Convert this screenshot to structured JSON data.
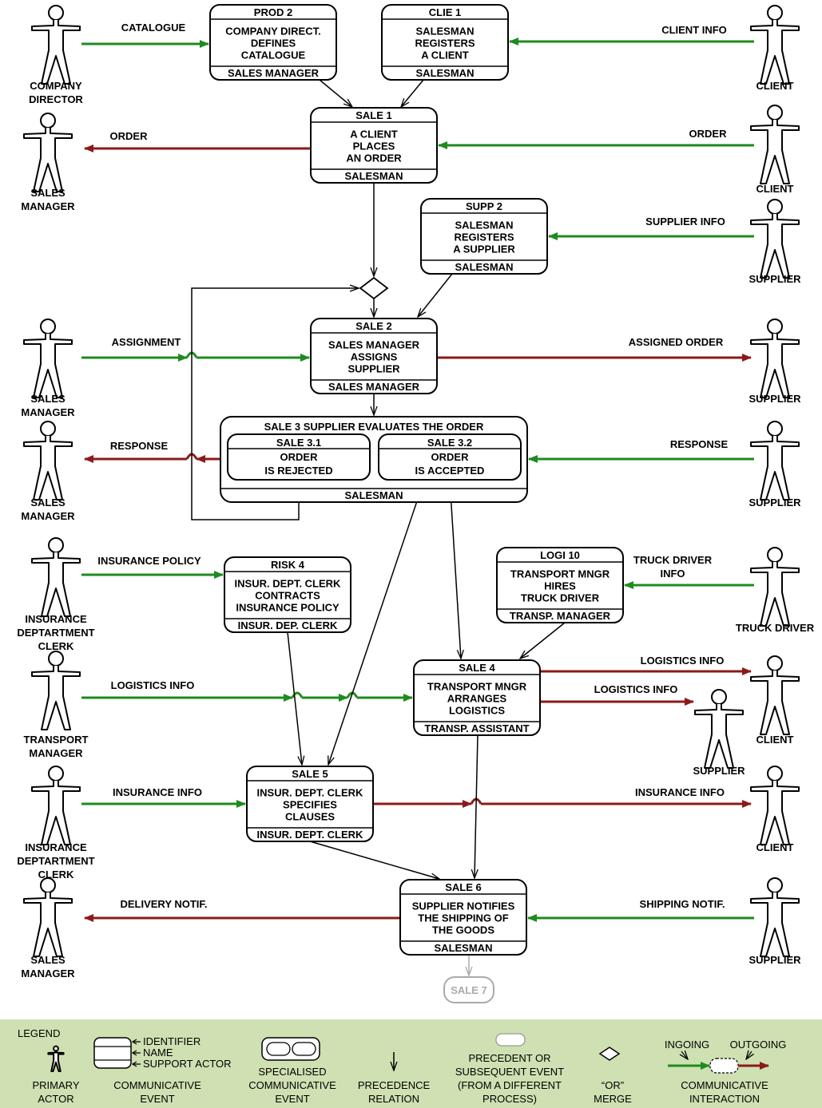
{
  "colors": {
    "ingoing": "#1e8b1e",
    "outgoing": "#8b1a1a",
    "legend_bg": "#cfe0b2",
    "inactive": "#aaaaaa"
  },
  "events": {
    "prod2": {
      "id": "PROD 2",
      "name": [
        "COMPANY DIRECT.",
        "DEFINES",
        "CATALOGUE"
      ],
      "actor": "SALES MANAGER"
    },
    "clie1": {
      "id": "CLIE 1",
      "name": [
        "SALESMAN",
        "REGISTERS",
        "A CLIENT"
      ],
      "actor": "SALESMAN"
    },
    "sale1": {
      "id": "SALE 1",
      "name": [
        "A CLIENT",
        "PLACES",
        "AN ORDER"
      ],
      "actor": "SALESMAN"
    },
    "supp2": {
      "id": "SUPP 2",
      "name": [
        "SALESMAN",
        "REGISTERS",
        "A SUPPLIER"
      ],
      "actor": "SALESMAN"
    },
    "sale2": {
      "id": "SALE 2",
      "name": [
        "SALES MANAGER",
        "ASSIGNS",
        "SUPPLIER"
      ],
      "actor": "SALES MANAGER"
    },
    "sale3": {
      "title": "SALE 3   SUPPLIER EVALUATES THE ORDER",
      "actor": "SALESMAN",
      "sub1": {
        "id": "SALE 3.1",
        "name": [
          "ORDER",
          "IS REJECTED"
        ]
      },
      "sub2": {
        "id": "SALE 3.2",
        "name": [
          "ORDER",
          "IS ACCEPTED"
        ]
      }
    },
    "risk4": {
      "id": "RISK 4",
      "name": [
        "INSUR. DEPT. CLERK",
        "CONTRACTS",
        "INSURANCE POLICY"
      ],
      "actor": "INSUR. DEP. CLERK"
    },
    "logi10": {
      "id": "LOGI 10",
      "name": [
        "TRANSPORT MNGR",
        "HIRES",
        "TRUCK DRIVER"
      ],
      "actor": "TRANSP. MANAGER"
    },
    "sale4": {
      "id": "SALE 4",
      "name": [
        "TRANSPORT MNGR",
        "ARRANGES",
        "LOGISTICS"
      ],
      "actor": "TRANSP. ASSISTANT"
    },
    "sale5": {
      "id": "SALE 5",
      "name": [
        "INSUR. DEPT. CLERK",
        "SPECIFIES",
        "CLAUSES"
      ],
      "actor": "INSUR. DEPT. CLERK"
    },
    "sale6": {
      "id": "SALE 6",
      "name": [
        "SUPPLIER NOTIFIES",
        "THE SHIPPING OF",
        "THE GOODS"
      ],
      "actor": "SALESMAN"
    },
    "sale7": {
      "label": "SALE 7"
    }
  },
  "actors": {
    "company_director": [
      "COMPANY",
      "DIRECTOR"
    ],
    "client_top": [
      "CLIENT"
    ],
    "sales_manager_1": [
      "SALES",
      "MANAGER"
    ],
    "client_order": [
      "CLIENT"
    ],
    "supplier_info": [
      "SUPPLIER"
    ],
    "sales_manager_2": [
      "SALES",
      "MANAGER"
    ],
    "supplier_assigned": [
      "SUPPLIER"
    ],
    "sales_manager_3": [
      "SALES",
      "MANAGER"
    ],
    "supplier_response": [
      "SUPPLIER"
    ],
    "insurance_clerk_1": [
      "INSURANCE",
      "DEPTARTMENT",
      "CLERK"
    ],
    "truck_driver": [
      "TRUCK DRIVER"
    ],
    "transport_manager": [
      "TRANSPORT",
      "MANAGER"
    ],
    "client_logistics": [
      "CLIENT"
    ],
    "supplier_logistics": [
      "SUPPLIER"
    ],
    "insurance_clerk_2": [
      "INSURANCE",
      "DEPTARTMENT",
      "CLERK"
    ],
    "client_insurance": [
      "CLIENT"
    ],
    "sales_manager_4": [
      "SALES",
      "MANAGER"
    ],
    "supplier_shipping": [
      "SUPPLIER"
    ]
  },
  "flows": {
    "catalogue": "CATALOGUE",
    "client_info": "CLIENT INFO",
    "order_out": "ORDER",
    "order_in": "ORDER",
    "supplier_info": "SUPPLIER INFO",
    "assignment": "ASSIGNMENT",
    "assigned_order": "ASSIGNED ORDER",
    "response_out": "RESPONSE",
    "response_in": "RESPONSE",
    "insurance_policy": "INSURANCE POLICY",
    "truck_driver_info": [
      "TRUCK DRIVER",
      "INFO"
    ],
    "logistics_info_in": "LOGISTICS INFO",
    "logistics_info_out1": "LOGISTICS INFO",
    "logistics_info_out2": "LOGISTICS INFO",
    "insurance_info_in": "INSURANCE INFO",
    "insurance_info_out": "INSURANCE INFO",
    "delivery_notif": "DELIVERY NOTIF.",
    "shipping_notif": "SHIPPING NOTIF."
  },
  "legend": {
    "title": "LEGEND",
    "primary_actor": [
      "PRIMARY",
      "ACTOR"
    ],
    "event_parts": [
      "IDENTIFIER",
      "NAME",
      "SUPPORT ACTOR"
    ],
    "communicative_event": [
      "COMMUNICATIVE",
      "EVENT"
    ],
    "specialised_event": [
      "SPECIALISED",
      "COMMUNICATIVE",
      "EVENT"
    ],
    "precedence": [
      "PRECEDENCE",
      "RELATION"
    ],
    "external_event": [
      "PRECEDENT OR",
      "SUBSEQUENT EVENT",
      "(FROM A DIFFERENT",
      "PROCESS)"
    ],
    "or_merge": [
      "“OR”",
      "MERGE"
    ],
    "ingoing": "INGOING",
    "outgoing": "OUTGOING",
    "interaction": [
      "COMMUNICATIVE",
      "INTERACTION"
    ]
  }
}
